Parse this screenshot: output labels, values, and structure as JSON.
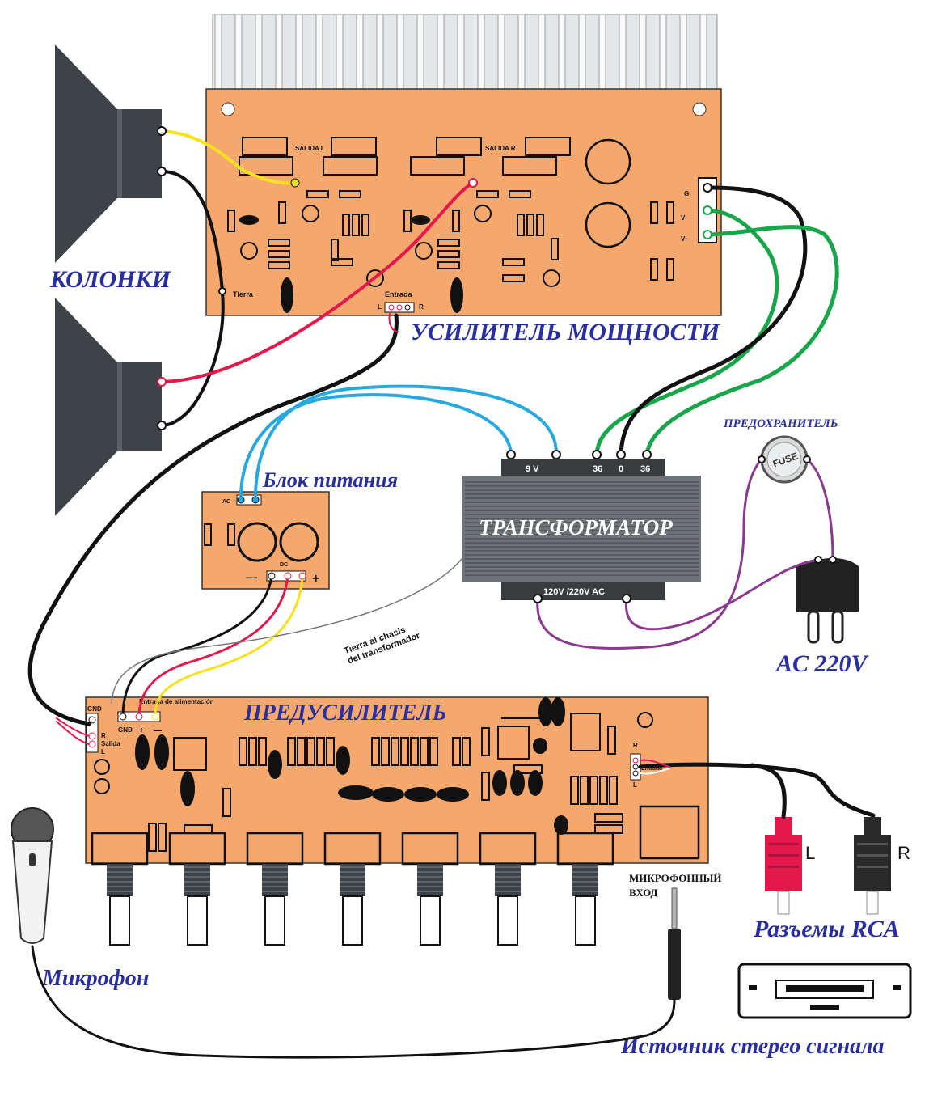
{
  "labels": {
    "speakers": "КОЛОНКИ",
    "power_amp": "УСИЛИТЕЛЬ МОЩНОСТИ",
    "power_supply": "Блок питания",
    "transformer": "ТРАНСФОРМАТОР",
    "fuse_label": "ПРЕДОХРАНИТЕЛЬ",
    "ac_plug": "AC 220V",
    "preamp": "ПРЕДУСИЛИТЕЛЬ",
    "microphone": "Микрофон",
    "mic_input_1": "МИКРОФОННЫЙ",
    "mic_input_2": "ВХОД",
    "rca": "Разъемы RCA",
    "stereo_source": "Источник стерео сигнала"
  },
  "amp_board": {
    "salida_l": "SALIDA L",
    "salida_r": "SALIDA R",
    "tierra": "Tierra",
    "entrada": "Entrada",
    "in_l": "L",
    "in_r": "R",
    "g": "G",
    "v1": "V~",
    "v2": "V~"
  },
  "psu_board": {
    "ac": "AC",
    "dc": "DC",
    "minus": "—",
    "plus": "+"
  },
  "transformer": {
    "tap_9v": "9 V",
    "tap_36a": "36",
    "tap_0": "0",
    "tap_36b": "36",
    "primary": "120V /220V AC"
  },
  "fuse_text": "FUSE",
  "ground_note_1": "Tierra al chasis",
  "ground_note_2": "del transformador",
  "preamp_board": {
    "power_in": "Entrada de alimentación",
    "gnd": "GND",
    "gnd2": "GND",
    "plus": "+",
    "minus": "—",
    "r": "R",
    "salida": "Salida",
    "l": "L",
    "in_r": "R",
    "entrada": "Entrada",
    "in_l": "L"
  },
  "rca_l": "L",
  "rca_r": "R",
  "colors": {
    "board": "#f5a86e",
    "title": "#2a2fa0",
    "yellow": "#f6e21c",
    "red": "#e3194b",
    "green": "#19a54a",
    "blue": "#27a9df",
    "purple": "#8a3a8e"
  }
}
